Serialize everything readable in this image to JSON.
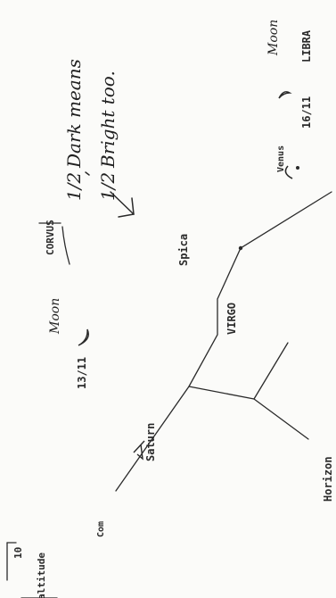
{
  "diagram": {
    "handwritten_note": {
      "line1_fraction": "1/2",
      "line1_text": "Dark means",
      "line2_fraction": "1/2",
      "line2_text": "Bright too."
    },
    "corvus_label": "CORVUS",
    "moon_left": {
      "label": "Moon",
      "date": "13/11"
    },
    "moon_right": {
      "label": "Moon",
      "date": "16/11"
    },
    "planets": {
      "saturn": "Saturn",
      "venus": "Venus"
    },
    "stars": {
      "spica": "Spica"
    },
    "constellations": {
      "virgo": "VIRGO",
      "libra": "LIBRA"
    },
    "altitude": {
      "value": "10",
      "label": "altitude",
      "caption": "Com"
    },
    "horizon_label": "Horizon"
  }
}
